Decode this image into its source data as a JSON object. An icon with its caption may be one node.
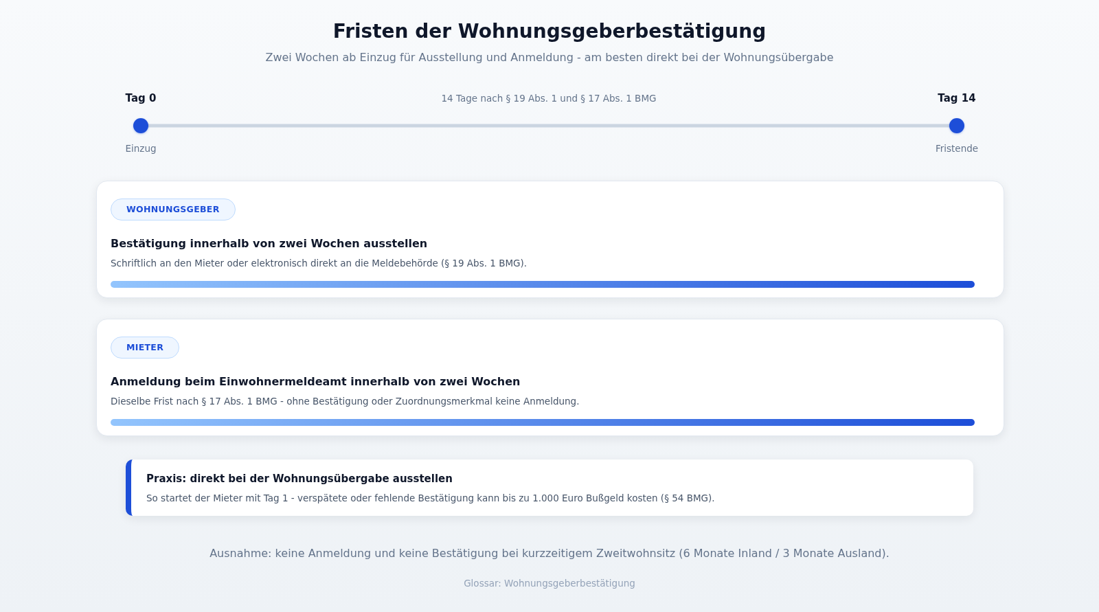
{
  "diagram": {
    "title": "Fristen der Wohnungsgeberbestätigung",
    "nodes": [
      {
        "text": [],
        "shape": "circle",
        "beside": [
          "Tag 0",
          "Einzug"
        ]
      },
      {
        "text": [],
        "shape": "circle",
        "beside": [
          "Tag 14",
          "Fristende"
        ]
      },
      {
        "text": [
          "Bestätigung innerhalb von zwei Wochen ausstellen",
          "Schriftlich an den Mieter oder elektronisch direkt an die Meldebehörde (§ 19 Abs. 1 BMG)."
        ]
      },
      {
        "text": [
          "WOHNUNGSGEBER"
        ],
        "in": 2
      },
      {
        "text": [
          "Anmeldung beim Einwohnermeldeamt innerhalb von zwei Wochen",
          "Dieselbe Frist nach § 17 Abs. 1 BMG - ohne Bestätigung oder Zuordnungsmerkmal keine Anmeldung."
        ]
      },
      {
        "text": [
          "MIETER"
        ],
        "in": 4
      },
      {
        "text": [
          "Praxis: direkt bei der Wohnungsübergabe ausstellen",
          "So startet der Mieter mit Tag 1 - verspätete oder fehlende Bestätigung kann bis zu 1.000 Euro Bußgeld kosten (§ 54 BMG)."
        ]
      }
    ],
    "edges": [
      {
        "from": 0,
        "to": 1,
        "arrow": "none",
        "label": "14 Tage nach § 19 Abs. 1 und § 17 Abs. 1 BMG"
      }
    ],
    "labels": [
      "Zwei Wochen ab Einzug für Ausstellung und Anmeldung - am besten direkt bei der Wohnungsübergabe",
      "Ausnahme: keine Anmeldung und keine Bestätigung bei kurzzeitigem Zweitwohnsitz (6 Monate Inland / 3 Monate Ausland)."
    ],
    "caption": "Glossar: Wohnungsgeberbestätigung"
  }
}
